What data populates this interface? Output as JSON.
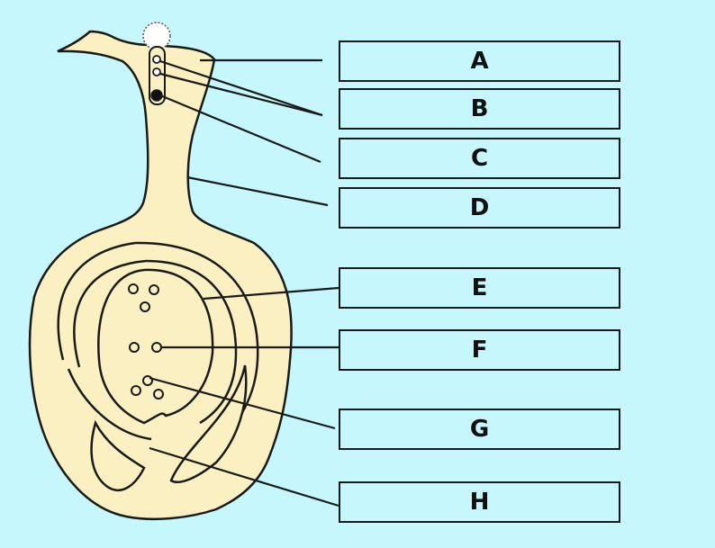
{
  "diagram": {
    "colors": {
      "background": "#c6f7fc",
      "tissue": "#fbf0c2",
      "outline": "#1a1a1a",
      "box_fill": "#c6f7fc"
    },
    "labels": [
      {
        "id": "A",
        "text": "A"
      },
      {
        "id": "B",
        "text": "B"
      },
      {
        "id": "C",
        "text": "C"
      },
      {
        "id": "D",
        "text": "D"
      },
      {
        "id": "E",
        "text": "E"
      },
      {
        "id": "F",
        "text": "F"
      },
      {
        "id": "G",
        "text": "G"
      },
      {
        "id": "H",
        "text": "H"
      }
    ]
  }
}
